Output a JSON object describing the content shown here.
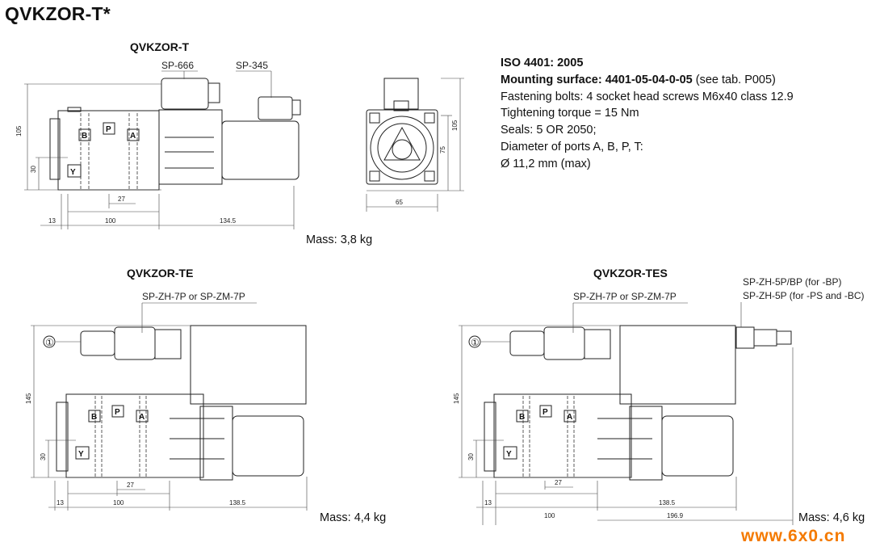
{
  "main_title": "QVKZOR-T*",
  "figures": {
    "t": {
      "title": "QVKZOR-T",
      "callouts": [
        "SP-666",
        "SP-345"
      ],
      "ports": [
        "B",
        "P",
        "A",
        "Y"
      ],
      "dims": [
        "105",
        "30",
        "27",
        "13",
        "100",
        "134.5",
        "105",
        "75",
        "65"
      ],
      "mass": "Mass: 3,8 kg"
    },
    "te": {
      "title": "QVKZOR-TE",
      "callouts": [
        "SP-ZH-7P or SP-ZM-7P"
      ],
      "marker": "①",
      "ports": [
        "B",
        "P",
        "A",
        "Y"
      ],
      "dims": [
        "145",
        "30",
        "27",
        "13",
        "100",
        "138.5"
      ],
      "mass": "Mass: 4,4 kg"
    },
    "tes": {
      "title": "QVKZOR-TES",
      "callouts": [
        "SP-ZH-7P or SP-ZM-7P",
        "SP-ZH-5P/BP (for -BP)",
        "SP-ZH-5P (for -PS and -BC)"
      ],
      "marker": "①",
      "ports": [
        "B",
        "P",
        "A",
        "Y"
      ],
      "dims": [
        "145",
        "30",
        "27",
        "13",
        "100",
        "138.5",
        "196.9"
      ],
      "mass": "Mass: 4,6 kg"
    }
  },
  "spec": {
    "line1": "ISO 4401: 2005",
    "line2_bold": "Mounting surface: 4401-05-04-0-05",
    "line2_rest": " (see tab. P005)",
    "line3": "Fastening bolts: 4 socket head screws M6x40 class 12.9",
    "line4": "Tightening torque = 15 Nm",
    "line5": "Seals: 5 OR 2050;",
    "line6": "Diameter of ports A, B, P, T:",
    "line7": "Ø 11,2 mm (max)"
  },
  "watermark": "www.6x0.cn"
}
